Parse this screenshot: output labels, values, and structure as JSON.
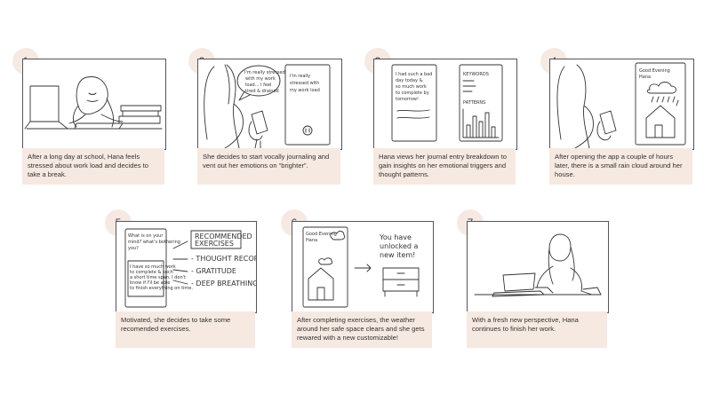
{
  "panels": [
    {
      "number": "1",
      "caption": "After a long day at school, Hana feels stressed about work load and decides to take a break."
    },
    {
      "number": "2",
      "caption": "She decides to start vocally journaling and vent out her emotions on “brighter”."
    },
    {
      "number": "3",
      "caption": "Hana views her journal entry breakdown to gain insights on her emotional triggers and thought patterns."
    },
    {
      "number": "4",
      "caption": "After opening the app a couple of hours later, there is a small rain cloud around her house."
    },
    {
      "number": "5",
      "caption": "Motivated, she decides to take some recomended exercises."
    },
    {
      "number": "6",
      "caption": "After completing exercises, the weather around her safe space clears and she gets rewared with a new customizable!"
    },
    {
      "number": "7",
      "caption": "With a fresh new perspective, Hana continues to finish her work."
    }
  ],
  "sketch_text": {
    "p2_bubble": [
      "I'm really stressed",
      "with my work",
      "load... I feel",
      "tired & drained"
    ],
    "p2_phone": [
      "I'm really",
      "stressed with",
      "my work load"
    ],
    "p3_entry": [
      "I had such a bad",
      "day today &",
      "so much work",
      "to complete by",
      "tomorrow!"
    ],
    "p3_keywords": "KEYWORDS",
    "p3_patterns": "PATTERNS",
    "p4_greeting": [
      "Good Evening",
      "Hana"
    ],
    "p5_prompt": [
      "What is on your",
      "mind? what's bothering",
      "you?"
    ],
    "p5_response": [
      "I have so much work",
      "to complete & such",
      "a short time span. I don't",
      "know if I'll be able",
      "to finish everything on time."
    ],
    "p5_exercises": [
      "RECOMMENDED",
      "EXERCISES",
      "- THOUGHT RECORDS",
      "- GRATITUDE",
      "- DEEP BREATHING"
    ],
    "p6_greeting": [
      "Good Evening",
      "Hana"
    ],
    "p6_unlock": [
      "You have",
      "unlocked a",
      "new item!"
    ]
  }
}
